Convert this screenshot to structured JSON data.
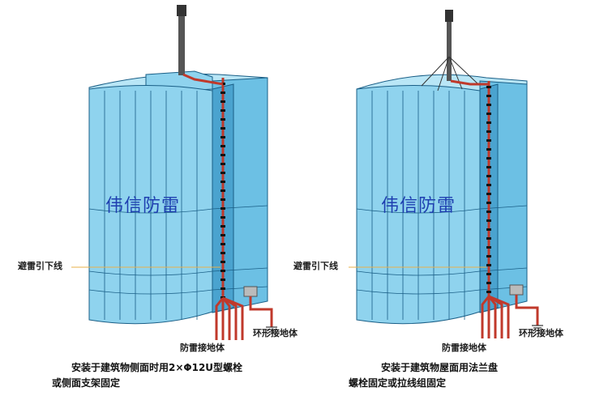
{
  "left": {
    "watermark": "伟信防雷",
    "label_downconductor": "避雷引下线",
    "label_ring_earth": "环形接地体",
    "label_earth_body": "防雷接地体",
    "caption_line1": "安装于建筑物侧面时用2×Φ12U型螺栓",
    "caption_line2": "或侧面支架固定"
  },
  "right": {
    "watermark": "伟信防雷",
    "label_downconductor": "避雷引下线",
    "label_ring_earth": "环形接地体",
    "label_earth_body": "防雷接地体",
    "caption_line1": "安装于建筑物屋面用法兰盘",
    "caption_line2": "螺栓固定或拉线组固定"
  },
  "colors": {
    "facade": "#8fd3ee",
    "facade_light": "#b9e6f6",
    "facade_dark": "#5fb4da",
    "line": "#1a5f87",
    "conductor": "#c0392b",
    "bolt": "#111111"
  }
}
